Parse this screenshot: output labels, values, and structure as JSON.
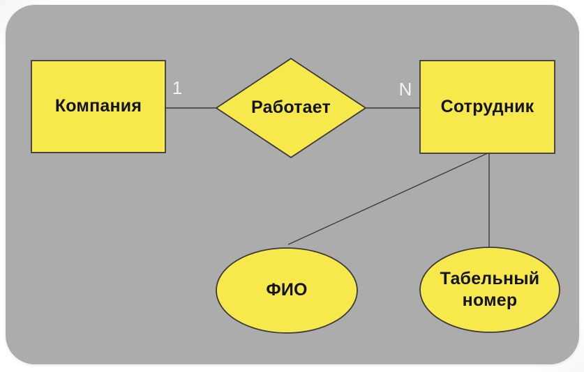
{
  "colors": {
    "page_bg": "#FFFFFF",
    "canvas_bg": "#ACACAC",
    "shape_fill": "#F7E94C",
    "shape_border": "#3A3A3A",
    "label_text": "#141414",
    "cardinality_text": "#F2F2F2"
  },
  "diagram": {
    "type": "entity-relationship",
    "entities": [
      {
        "label": "Компания"
      },
      {
        "label": "Сотрудник"
      }
    ],
    "relationship": {
      "label": "Работает"
    },
    "attributes": [
      {
        "label": "ФИО",
        "belongs_to": "Сотрудник"
      },
      {
        "label": "Табельный номер",
        "belongs_to": "Сотрудник"
      }
    ],
    "cardinalities": [
      {
        "label": "1",
        "near": "Компания"
      },
      {
        "label": "N",
        "near": "Сотрудник"
      }
    ]
  }
}
